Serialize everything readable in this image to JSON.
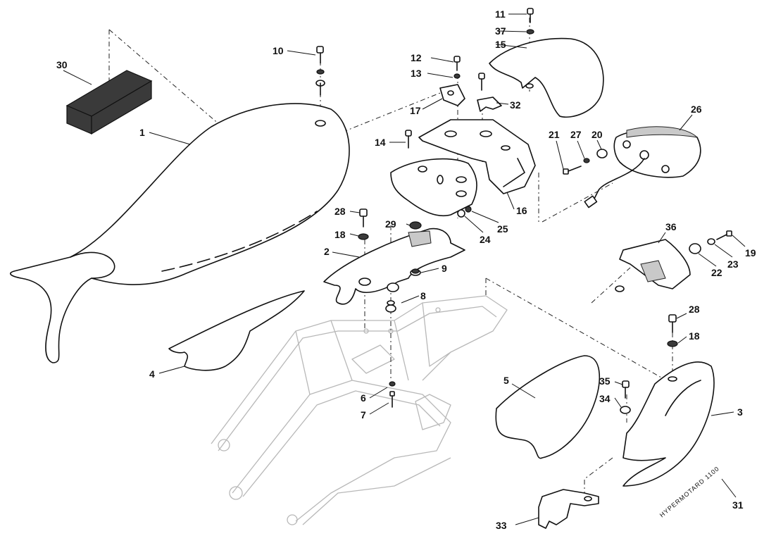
{
  "diagram": {
    "callouts": [
      {
        "id": "c1",
        "label": "1"
      },
      {
        "id": "c2",
        "label": "2"
      },
      {
        "id": "c3",
        "label": "3"
      },
      {
        "id": "c4",
        "label": "4"
      },
      {
        "id": "c5",
        "label": "5"
      },
      {
        "id": "c6",
        "label": "6"
      },
      {
        "id": "c7",
        "label": "7"
      },
      {
        "id": "c8",
        "label": "8"
      },
      {
        "id": "c9",
        "label": "9"
      },
      {
        "id": "c10",
        "label": "10"
      },
      {
        "id": "c11",
        "label": "11"
      },
      {
        "id": "c12",
        "label": "12"
      },
      {
        "id": "c13",
        "label": "13"
      },
      {
        "id": "c14",
        "label": "14"
      },
      {
        "id": "c15",
        "label": "15"
      },
      {
        "id": "c16",
        "label": "16"
      },
      {
        "id": "c17",
        "label": "17"
      },
      {
        "id": "c18a",
        "label": "18"
      },
      {
        "id": "c18b",
        "label": "18"
      },
      {
        "id": "c19",
        "label": "19"
      },
      {
        "id": "c20",
        "label": "20"
      },
      {
        "id": "c21",
        "label": "21"
      },
      {
        "id": "c22",
        "label": "22"
      },
      {
        "id": "c23",
        "label": "23"
      },
      {
        "id": "c24",
        "label": "24"
      },
      {
        "id": "c25",
        "label": "25"
      },
      {
        "id": "c26",
        "label": "26"
      },
      {
        "id": "c27",
        "label": "27"
      },
      {
        "id": "c28a",
        "label": "28"
      },
      {
        "id": "c28b",
        "label": "28"
      },
      {
        "id": "c29",
        "label": "29"
      },
      {
        "id": "c30",
        "label": "30"
      },
      {
        "id": "c31",
        "label": "31"
      },
      {
        "id": "c32",
        "label": "32"
      },
      {
        "id": "c33",
        "label": "33"
      },
      {
        "id": "c34",
        "label": "34"
      },
      {
        "id": "c35",
        "label": "35"
      },
      {
        "id": "c36",
        "label": "36"
      },
      {
        "id": "c37",
        "label": "37"
      }
    ],
    "decal_text": "HYPERMOTARD 1100"
  }
}
